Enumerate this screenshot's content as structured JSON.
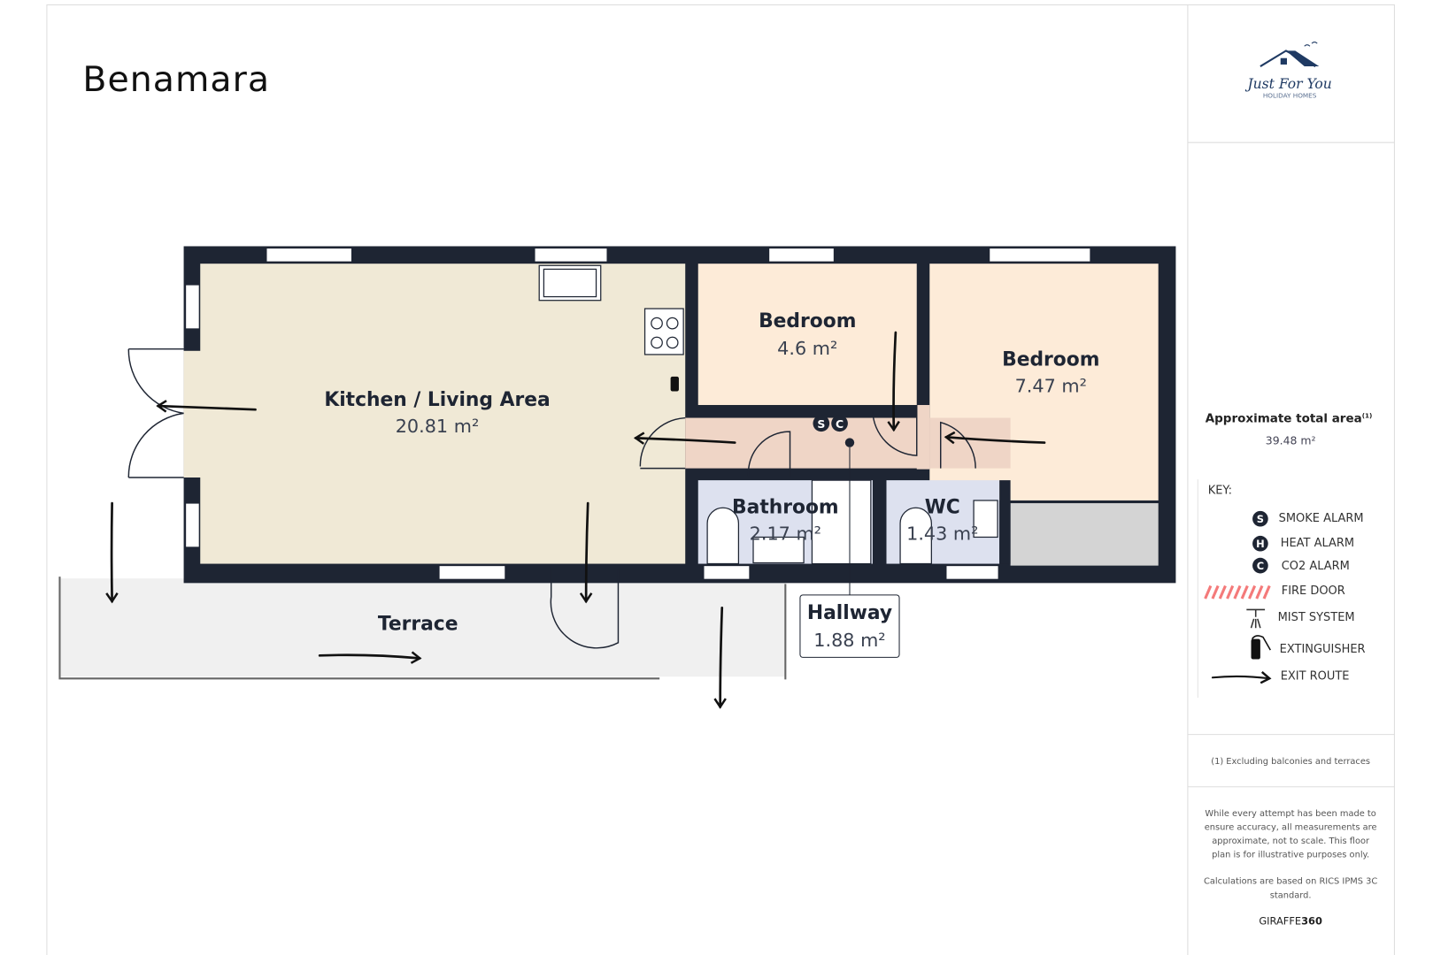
{
  "title": "Benamara",
  "logo": {
    "text": "Just For You",
    "subtext": "HOLIDAY HOMES"
  },
  "rooms": [
    {
      "name": "Kitchen / Living Area",
      "area": "20.81 m²"
    },
    {
      "name": "Bedroom",
      "area": "4.6 m²"
    },
    {
      "name": "Bedroom",
      "area": "7.47 m²"
    },
    {
      "name": "Bathroom",
      "area": "2.17 m²"
    },
    {
      "name": "WC",
      "area": "1.43 m²"
    },
    {
      "name": "Hallway",
      "area": "1.88 m²"
    },
    {
      "name": "Terrace",
      "area": ""
    }
  ],
  "alarms_marked": [
    "S",
    "C"
  ],
  "summary": {
    "label": "Approximate total area",
    "sup": "(1)",
    "value": "39.48 m²"
  },
  "key": {
    "title": "KEY:",
    "items": [
      {
        "icon": "smoke-alarm-icon",
        "glyph": "S",
        "label": "SMOKE ALARM"
      },
      {
        "icon": "heat-alarm-icon",
        "glyph": "H",
        "label": "HEAT ALARM"
      },
      {
        "icon": "co2-alarm-icon",
        "glyph": "C",
        "label": "CO2 ALARM"
      },
      {
        "icon": "fire-door-icon",
        "label": "FIRE DOOR"
      },
      {
        "icon": "mist-system-icon",
        "label": "MIST SYSTEM"
      },
      {
        "icon": "extinguisher-icon",
        "label": "EXTINGUISHER"
      },
      {
        "icon": "exit-route-icon",
        "label": "EXIT ROUTE"
      }
    ]
  },
  "footnote": "(1) Excluding balconies and terraces",
  "disclaimer": [
    "While every attempt has been made to",
    "ensure accuracy, all measurements are",
    "approximate, not to scale. This floor",
    "plan is for illustrative purposes only."
  ],
  "calc_note": [
    "Calculations are based on RICS IPMS 3C",
    "standard."
  ],
  "brand": {
    "a": "GIRAFFE",
    "b": "360"
  },
  "colors": {
    "wall": "#1e2533",
    "kitchen": "#f0e9d6",
    "bedroom": "#fdebd8",
    "hallway": "#efd5c6",
    "wet": "#dde1ef",
    "terrace": "#f0f0f0",
    "fire_door": "#f47a7a"
  }
}
